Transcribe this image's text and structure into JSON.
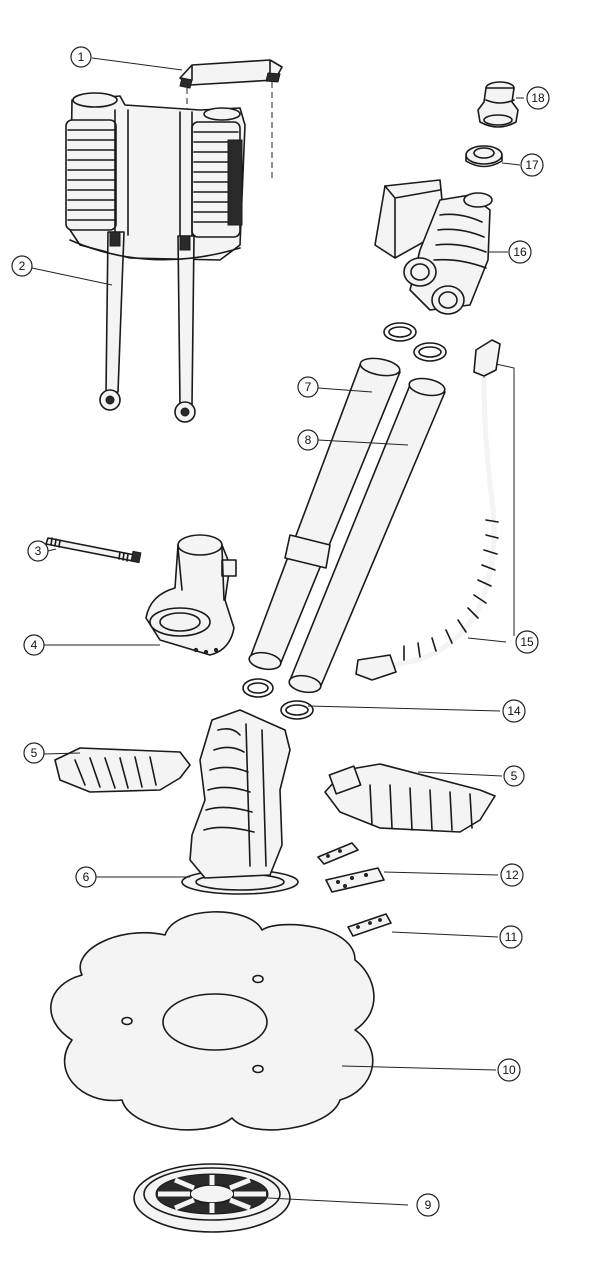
{
  "callouts": {
    "c1": "1",
    "c2": "2",
    "c3": "3",
    "c4": "4",
    "c5a": "5",
    "c5b": "5",
    "c6": "6",
    "c7": "7",
    "c8": "8",
    "c9": "9",
    "c10": "10",
    "c11": "11",
    "c12": "12",
    "c14": "14",
    "c15": "15",
    "c16": "16",
    "c17": "17",
    "c18": "18"
  }
}
